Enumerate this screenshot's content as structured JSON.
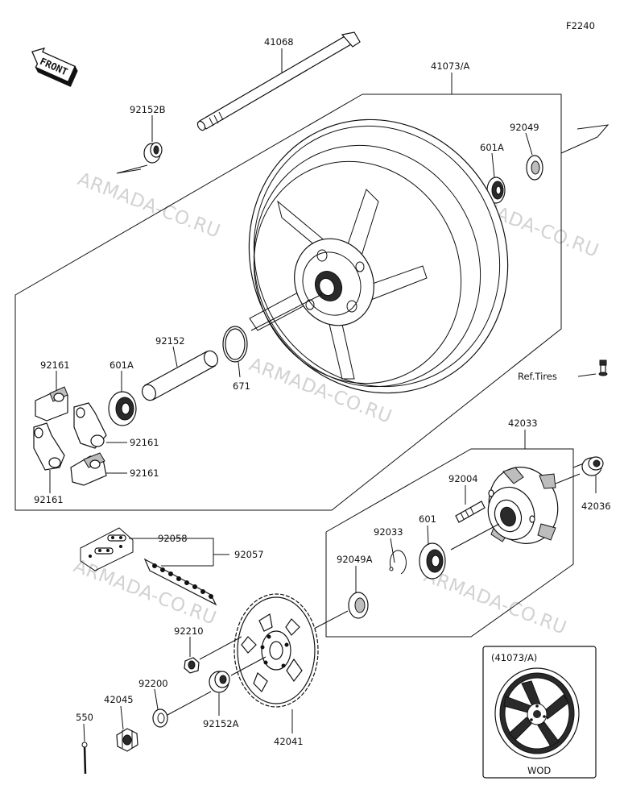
{
  "figure_code": "F2240",
  "front_badge": "FRONT",
  "watermark": "ARMADA-CO.RU",
  "reference": "Ref.Tires",
  "inset": {
    "title": "(41073/A)",
    "caption": "WOD"
  },
  "colors": {
    "line": "#111111",
    "watermark": "#d2d2d2",
    "background": "#ffffff"
  },
  "callouts": {
    "c41068": "41068",
    "c41073a": "41073/A",
    "c92152b": "92152B",
    "c92049": "92049",
    "c601a_top": "601A",
    "c92152": "92152",
    "c92161_a": "92161",
    "c601a_left": "601A",
    "c671": "671",
    "c92161_b": "92161",
    "c92161_c": "92161",
    "c92161_d": "92161",
    "c42033": "42033",
    "c92004": "92004",
    "c42036": "42036",
    "c92058": "92058",
    "c92057": "92057",
    "c92033": "92033",
    "c601": "601",
    "c92049a": "92049A",
    "c92210": "92210",
    "c92200": "92200",
    "c42045": "42045",
    "c550": "550",
    "c92152a": "92152A",
    "c42041": "42041"
  }
}
